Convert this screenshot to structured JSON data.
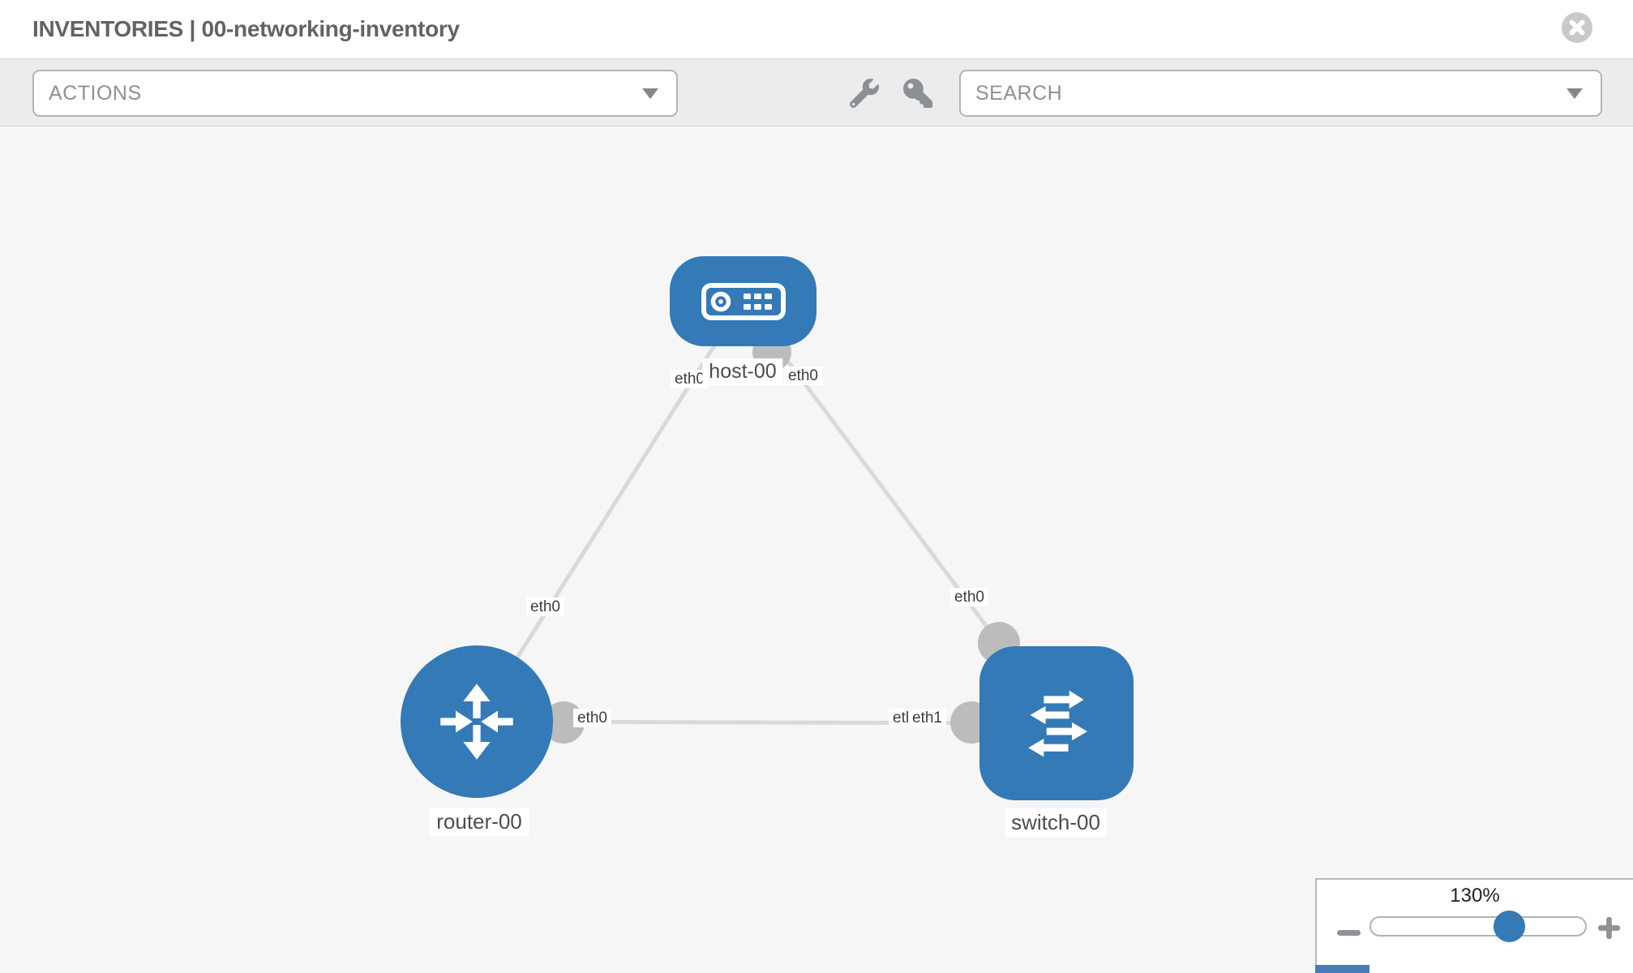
{
  "header": {
    "title": "INVENTORIES | 00-networking-inventory"
  },
  "toolbar": {
    "actions_dropdown": {
      "label": "ACTIONS"
    },
    "search_dropdown": {
      "label": "SEARCH"
    },
    "tool_icons": [
      "wrench-icon",
      "key-icon"
    ]
  },
  "canvas": {
    "nodes": [
      {
        "id": "host-00",
        "type": "host",
        "label": "host-00",
        "interfaces": [
          "eth0",
          "eth0"
        ]
      },
      {
        "id": "router-00",
        "type": "router",
        "label": "router-00",
        "interfaces": [
          "eth0",
          "eth0"
        ]
      },
      {
        "id": "switch-00",
        "type": "switch",
        "label": "switch-00",
        "interfaces": [
          "eth0",
          "eth1"
        ]
      }
    ],
    "links": [
      {
        "source": "router-00",
        "source_iface": "eth0",
        "target": "host-00",
        "target_iface": "eth0"
      },
      {
        "source": "host-00",
        "source_iface": "eth0",
        "target": "switch-00",
        "target_iface": "eth0"
      },
      {
        "source": "router-00",
        "source_iface": "eth0",
        "target": "switch-00",
        "target_iface": "eth1"
      }
    ]
  },
  "zoom_control": {
    "value": "130%"
  },
  "colors": {
    "node_blue": "#337ab7",
    "link_gray": "#d9d9d9",
    "connector_gray": "#bcbcbc",
    "toolbar_bg": "#ececec",
    "canvas_bg": "#f6f6f6",
    "close_button_gray": "#c9c9c9"
  }
}
